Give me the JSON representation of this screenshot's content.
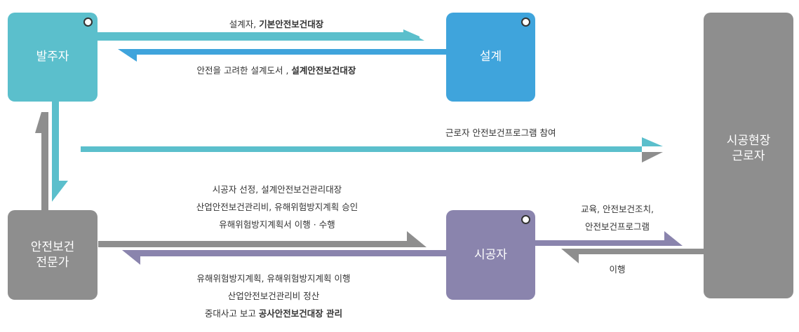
{
  "nodes": {
    "owner": "발주자",
    "designer": "설계",
    "site_workers": "시공현장\n근로자",
    "safety_expert": "안전보건\n전문가",
    "contractor": "시공자"
  },
  "labels": {
    "owner_to_designer_a": "설계자, ",
    "owner_to_designer_b": "기본안전보건대장",
    "designer_to_owner_a": "안전을 고려한 설계도서 , ",
    "designer_to_owner_b": "설계안전보건대장",
    "owner_to_workers": "근로자 안전보건프로그램 참여",
    "expert_to_contractor": [
      "시공자 선정, 설계안전보건관리대장",
      "산업안전보건관리비, 유해위험방지계획 승인",
      "유해위험방지계획서 이행 · 수행"
    ],
    "contractor_to_expert_1": "유해위험방지계획, 유해위험방지계획 이행",
    "contractor_to_expert_2": "산업안전보건관리비 정산",
    "contractor_to_expert_3a": "중대사고 보고 ",
    "contractor_to_expert_3b": "공사안전보건대장 관리",
    "contractor_to_workers": [
      "교육, 안전보건조치,",
      "안전보건프로그램"
    ],
    "workers_to_contractor": "이행"
  },
  "colors": {
    "teal": "#5bbfcc",
    "blue": "#3fa4dc",
    "gray": "#8e8e8e",
    "purple": "#8a84ad"
  }
}
